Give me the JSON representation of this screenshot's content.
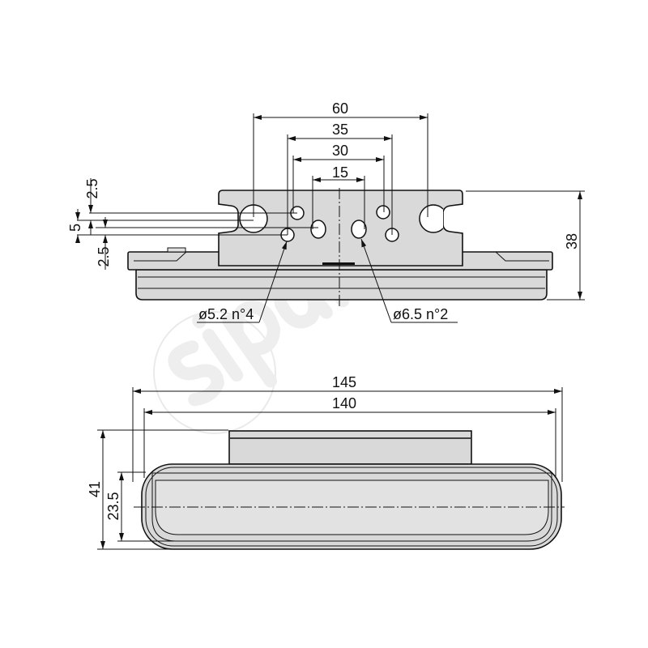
{
  "watermark": {
    "text": "siparts",
    "color": "#ffffff"
  },
  "top_view": {
    "dimensions": {
      "width_60": "60",
      "width_35": "35",
      "width_30": "30",
      "width_15": "15",
      "height_38": "38",
      "offset_top": "2.5",
      "offset_mid": "5",
      "offset_bottom": "2.5"
    },
    "callouts": {
      "small_holes": "ø5.2 n°4",
      "large_holes": "ø6.5 n°2"
    }
  },
  "side_view": {
    "dimensions": {
      "length_145": "145",
      "length_140": "140",
      "height_41": "41",
      "height_23_5": "23.5"
    }
  },
  "colors": {
    "part_fill": "#d9d9d9",
    "line": "#111111"
  }
}
